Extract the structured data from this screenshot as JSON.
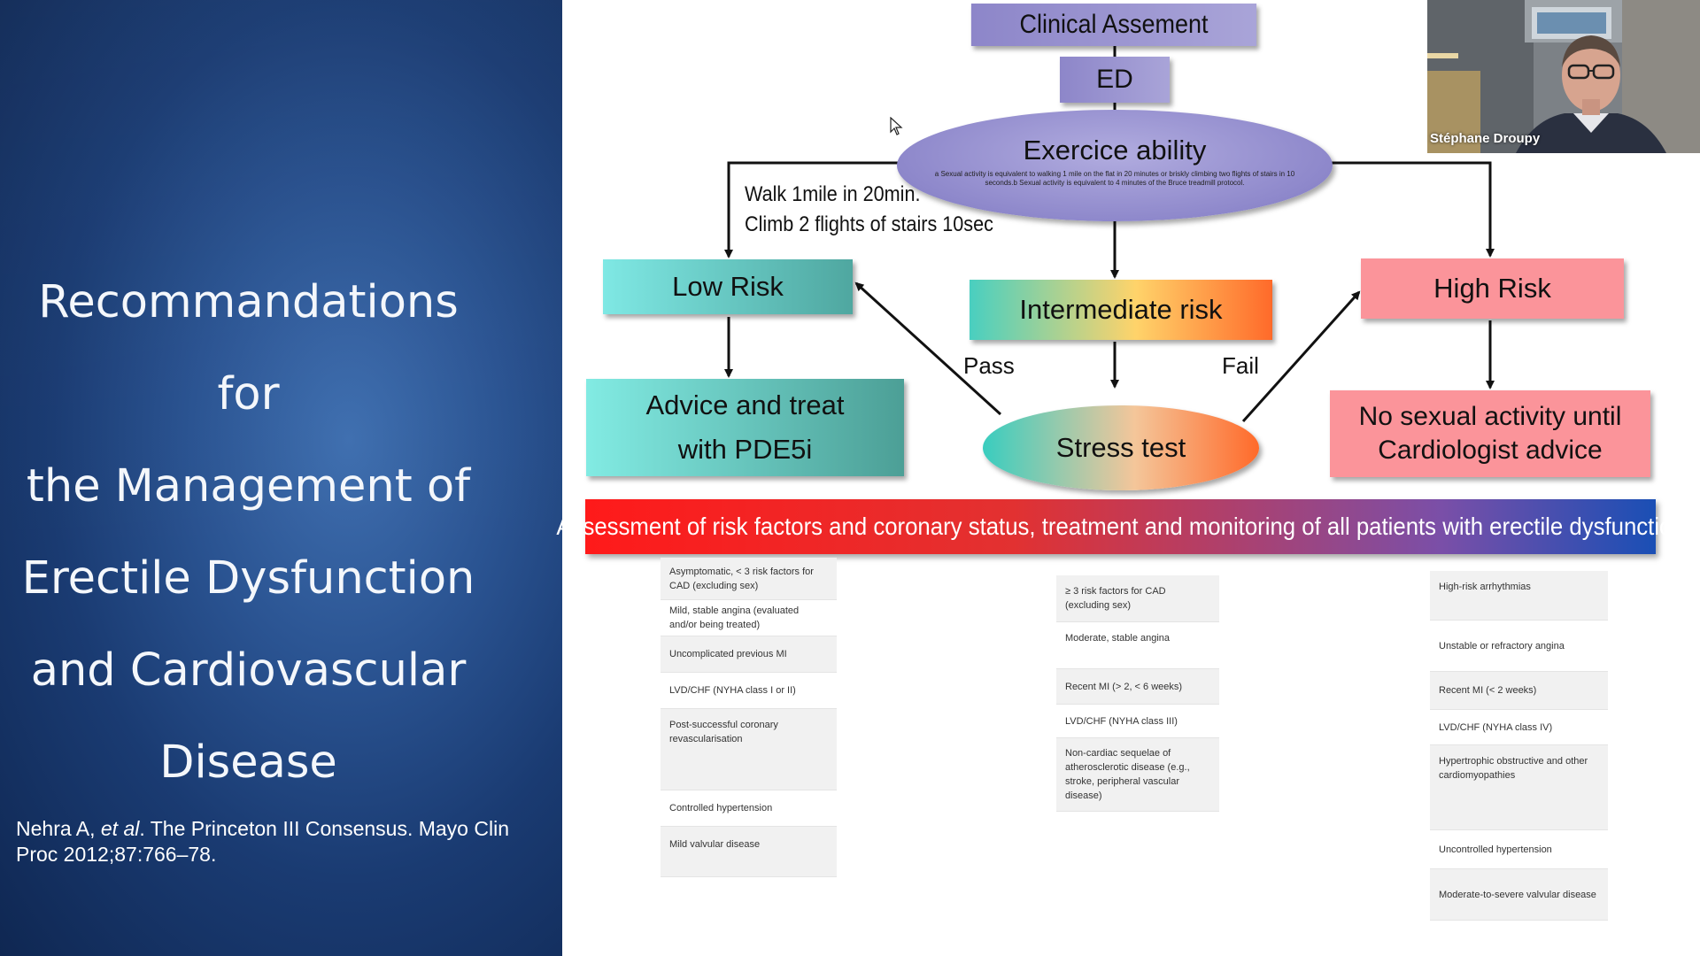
{
  "slide": {
    "title": "Recommandations for\nthe Management of\nErectile Dysfunction\nand Cardiovascular\nDisease",
    "reference_author": "Nehra A, ",
    "reference_etal": "et al",
    "reference_rest": ". The Princeton III Consensus. Mayo Clin Proc 2012;87:766–78."
  },
  "flowchart": {
    "clinical_assessment": "Clinical Assement",
    "ed": "ED",
    "exercise_ability": "Exercice ability",
    "exercise_note": "a Sexual activity is equivalent to walking 1 mile on the flat in 20 minutes or briskly climbing two flights of stairs in 10 seconds.b Sexual activity is equivalent to 4 minutes of the Bruce treadmill protocol.",
    "walk_label": "Walk 1mile in 20min.\nClimb 2 flights of stairs 10sec",
    "low_risk": "Low Risk",
    "intermediate_risk": "Intermediate risk",
    "high_risk": "High Risk",
    "advice_line1": "Advice and treat",
    "advice_line2": "with PDE5i",
    "no_sexual_line1": "No sexual activity until",
    "no_sexual_line2": "Cardiologist advice",
    "stress_test": "Stress test",
    "pass": "Pass",
    "fail": "Fail",
    "banner": "Assessment of risk factors and coronary status, treatment and monitoring of all patients with erectile dysfunction"
  },
  "tables": {
    "low": [
      "Asymptomatic, < 3 risk factors for CAD (excluding sex)",
      "Mild, stable angina (evaluated and/or being treated)",
      "Uncomplicated previous MI",
      "LVD/CHF (NYHA class I or II)",
      "Post-successful coronary revascularisation",
      "Controlled hypertension",
      "Mild valvular disease"
    ],
    "intermediate": [
      "≥ 3 risk factors for CAD (excluding sex)",
      "Moderate, stable angina",
      "Recent MI (> 2, < 6 weeks)",
      "LVD/CHF (NYHA class III)",
      "Non-cardiac sequelae of atherosclerotic disease (e.g., stroke, peripheral vascular disease)"
    ],
    "high": [
      "High-risk arrhythmias",
      "Unstable or refractory angina",
      "Recent MI (< 2 weeks)",
      "LVD/CHF (NYHA class IV)",
      "Hypertrophic obstructive and other cardiomyopathies",
      "Uncontrolled hypertension",
      "Moderate-to-severe valvular disease"
    ]
  },
  "webcam": {
    "participant_name": "Stéphane Droupy"
  }
}
